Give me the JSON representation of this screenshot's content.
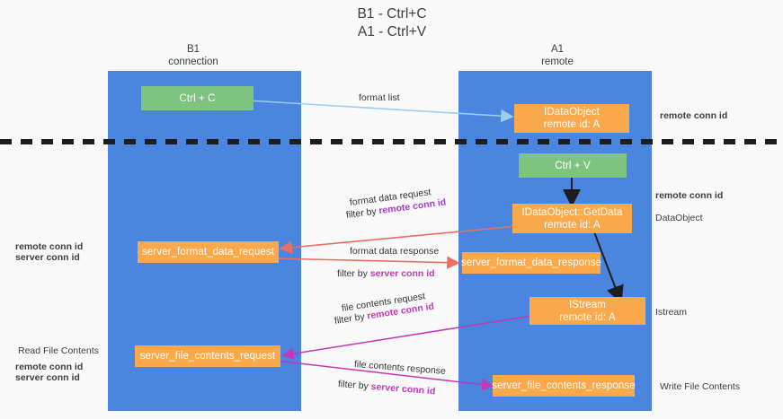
{
  "title": {
    "line1": "B1 - Ctrl+C",
    "line2": "A1 - Ctrl+V"
  },
  "columns": [
    {
      "name": "B1",
      "sub": "connection"
    },
    {
      "name": "A1",
      "sub": "remote"
    }
  ],
  "nodes": {
    "ctrl_c": {
      "label": "Ctrl + C"
    },
    "ctrl_v": {
      "label": "Ctrl + V"
    },
    "idataobject": {
      "line1": "IDataObject",
      "line2": "remote id: A"
    },
    "getdata": {
      "line1": "IDataObject::GetData",
      "line2": "remote id: A"
    },
    "istream": {
      "line1": "IStream",
      "line2": "remote id: A"
    },
    "server_format_data_request": {
      "label": "server_format_data_request"
    },
    "server_format_data_response": {
      "label": "server_format_data_response"
    },
    "server_file_contents_request": {
      "label": "server_file_contents_request"
    },
    "server_file_contents_response": {
      "label": "server_file_contents_response"
    }
  },
  "edge_labels": {
    "format_list": "format list",
    "format_data_request": "format data request",
    "format_data_request_filter_prefix": "filter by ",
    "format_data_request_filter_key": "remote conn id",
    "format_data_response": "format data response",
    "format_data_response_filter_prefix": "filter by ",
    "format_data_response_filter_key": "server conn id",
    "file_contents_request": "file contents request",
    "file_contents_request_filter_prefix": "filter by ",
    "file_contents_request_filter_key": "remote conn id",
    "file_contents_response": "file contents response",
    "file_contents_response_filter_prefix": "filter by ",
    "file_contents_response_filter_key": "server conn id"
  },
  "annotations": {
    "right_remote_conn_id_top": "remote conn id",
    "right_remote_conn_id_mid": "remote conn id",
    "right_dataobject": "DataObject",
    "right_istream": "Istream",
    "right_write_file_contents": "Write File Contents",
    "left_remote_conn_id": "remote conn id",
    "left_server_conn_id": "server conn id",
    "left_read_file_contents": "Read File Contents",
    "left_remote_conn_id_2": "remote conn id",
    "left_server_conn_id_2": "server conn id"
  },
  "colors": {
    "lane": "#4a86e0",
    "node_orange": "#f9a94b",
    "node_green": "#7dc57f",
    "purple": "#a13ec4",
    "green_text": "#6aa96c",
    "magenta": "#c438b8",
    "arrow_blue": "#9ecbf0",
    "arrow_red": "#ef6c62",
    "arrow_black": "#1d1d1d",
    "background": "#f9f9f9"
  }
}
